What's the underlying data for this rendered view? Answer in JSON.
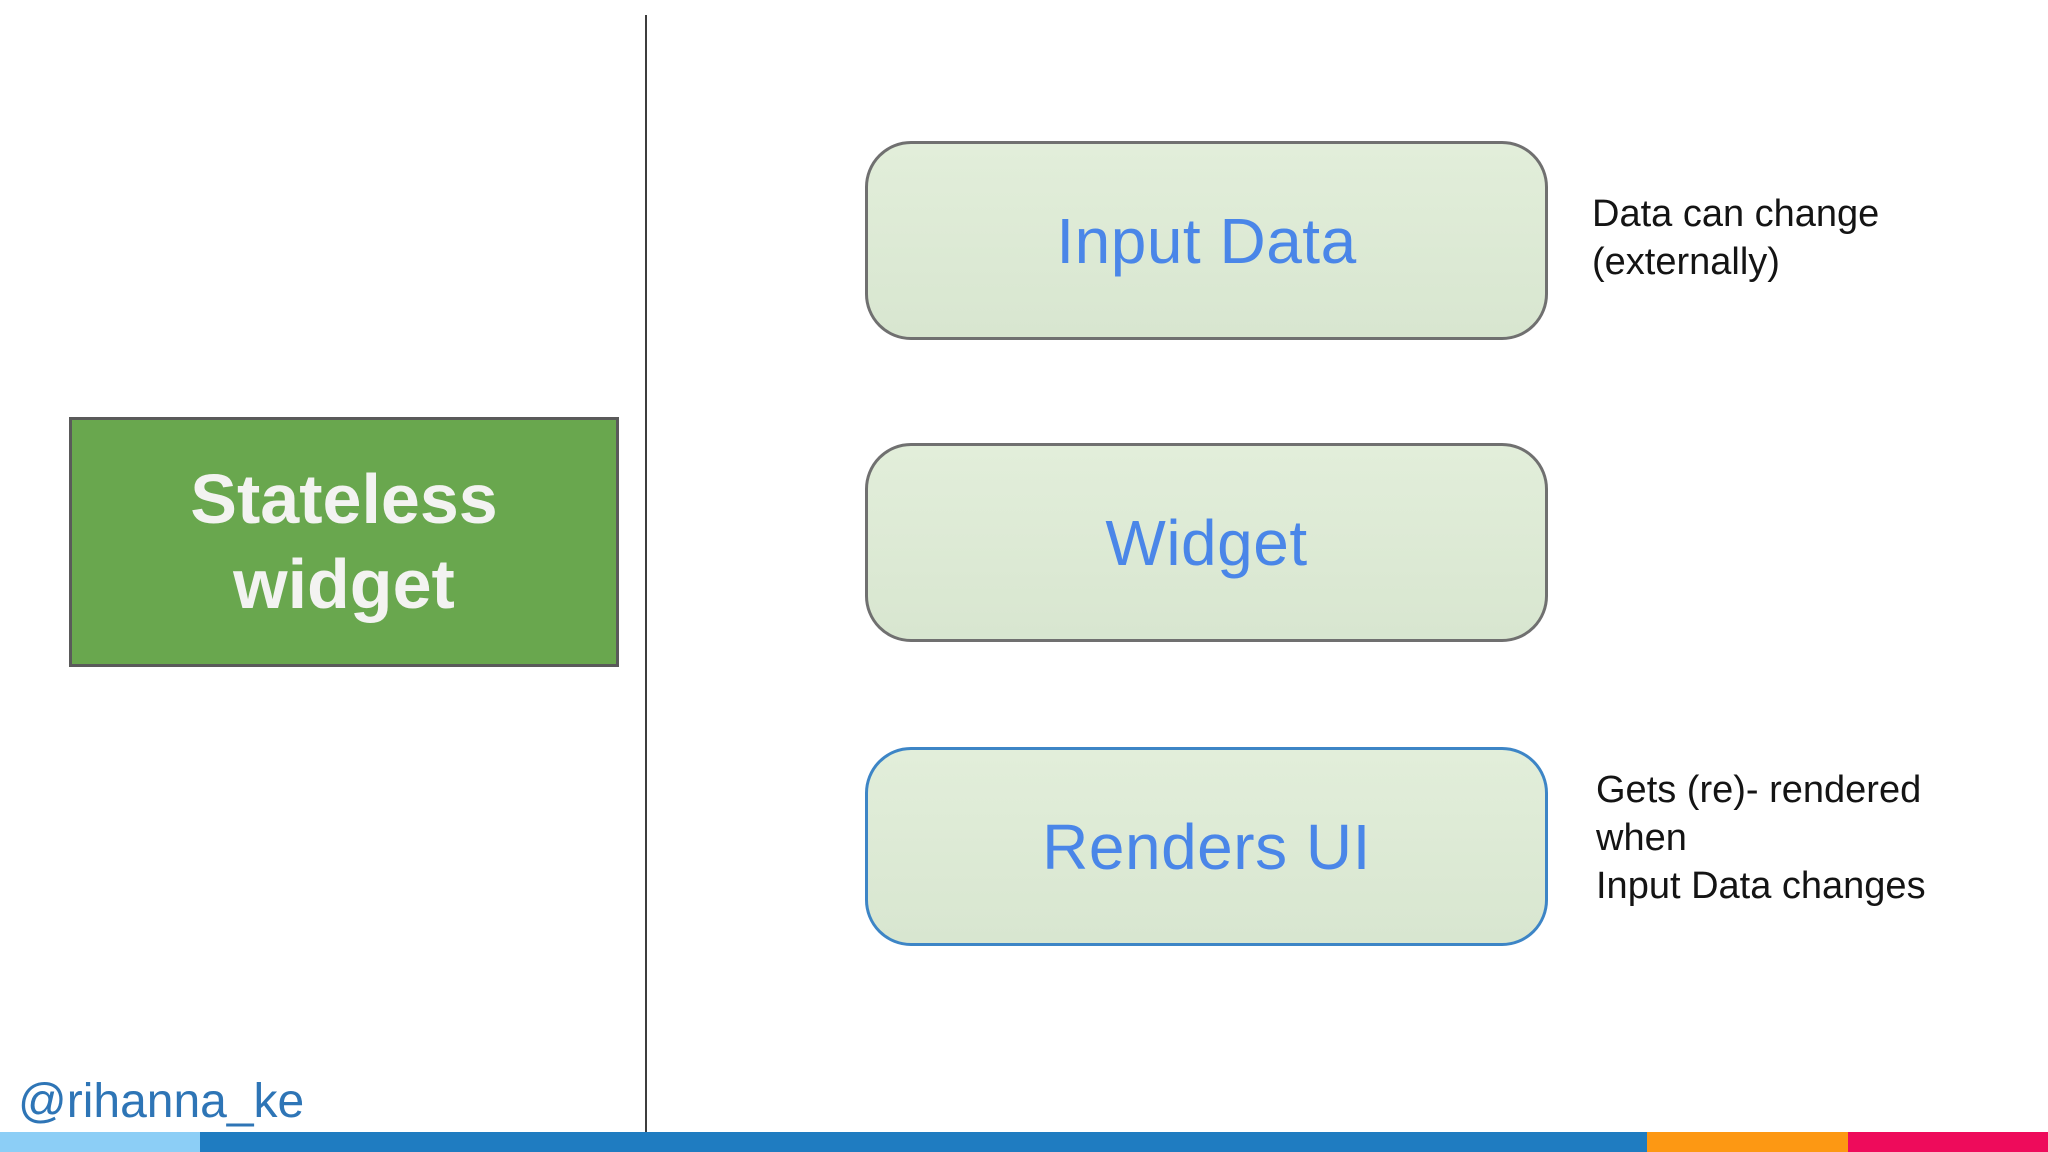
{
  "slide": {
    "title_box": {
      "label": "Stateless\nwidget",
      "bg": "#69A74E",
      "border_color": "#5A5A5A",
      "text_color": "#F3F3F1"
    },
    "flow_boxes": [
      {
        "label": "Input Data",
        "fill": "#DCE8D3",
        "border_color": "#707070",
        "label_color": "#4A86E8"
      },
      {
        "label": "Widget",
        "fill": "#DCE8D3",
        "border_color": "#707070",
        "label_color": "#4A86E8"
      },
      {
        "label": "Renders UI",
        "fill": "#DCE8D3",
        "border_color": "#3D85C6",
        "label_color": "#4A86E8"
      }
    ],
    "annotations": [
      {
        "text": "Data can change\n(externally)"
      },
      {
        "text": "Gets (re)- rendered\nwhen\nInput Data changes"
      }
    ],
    "footer": {
      "handle": "@rihanna_ke",
      "handle_color": "#2E75B6",
      "bar_segments": [
        {
          "name": "light-blue",
          "color": "#8CCEF6"
        },
        {
          "name": "blue",
          "color": "#1F7CC1"
        },
        {
          "name": "orange",
          "color": "#FD9813"
        },
        {
          "name": "pink",
          "color": "#EE0B5B"
        }
      ]
    }
  }
}
